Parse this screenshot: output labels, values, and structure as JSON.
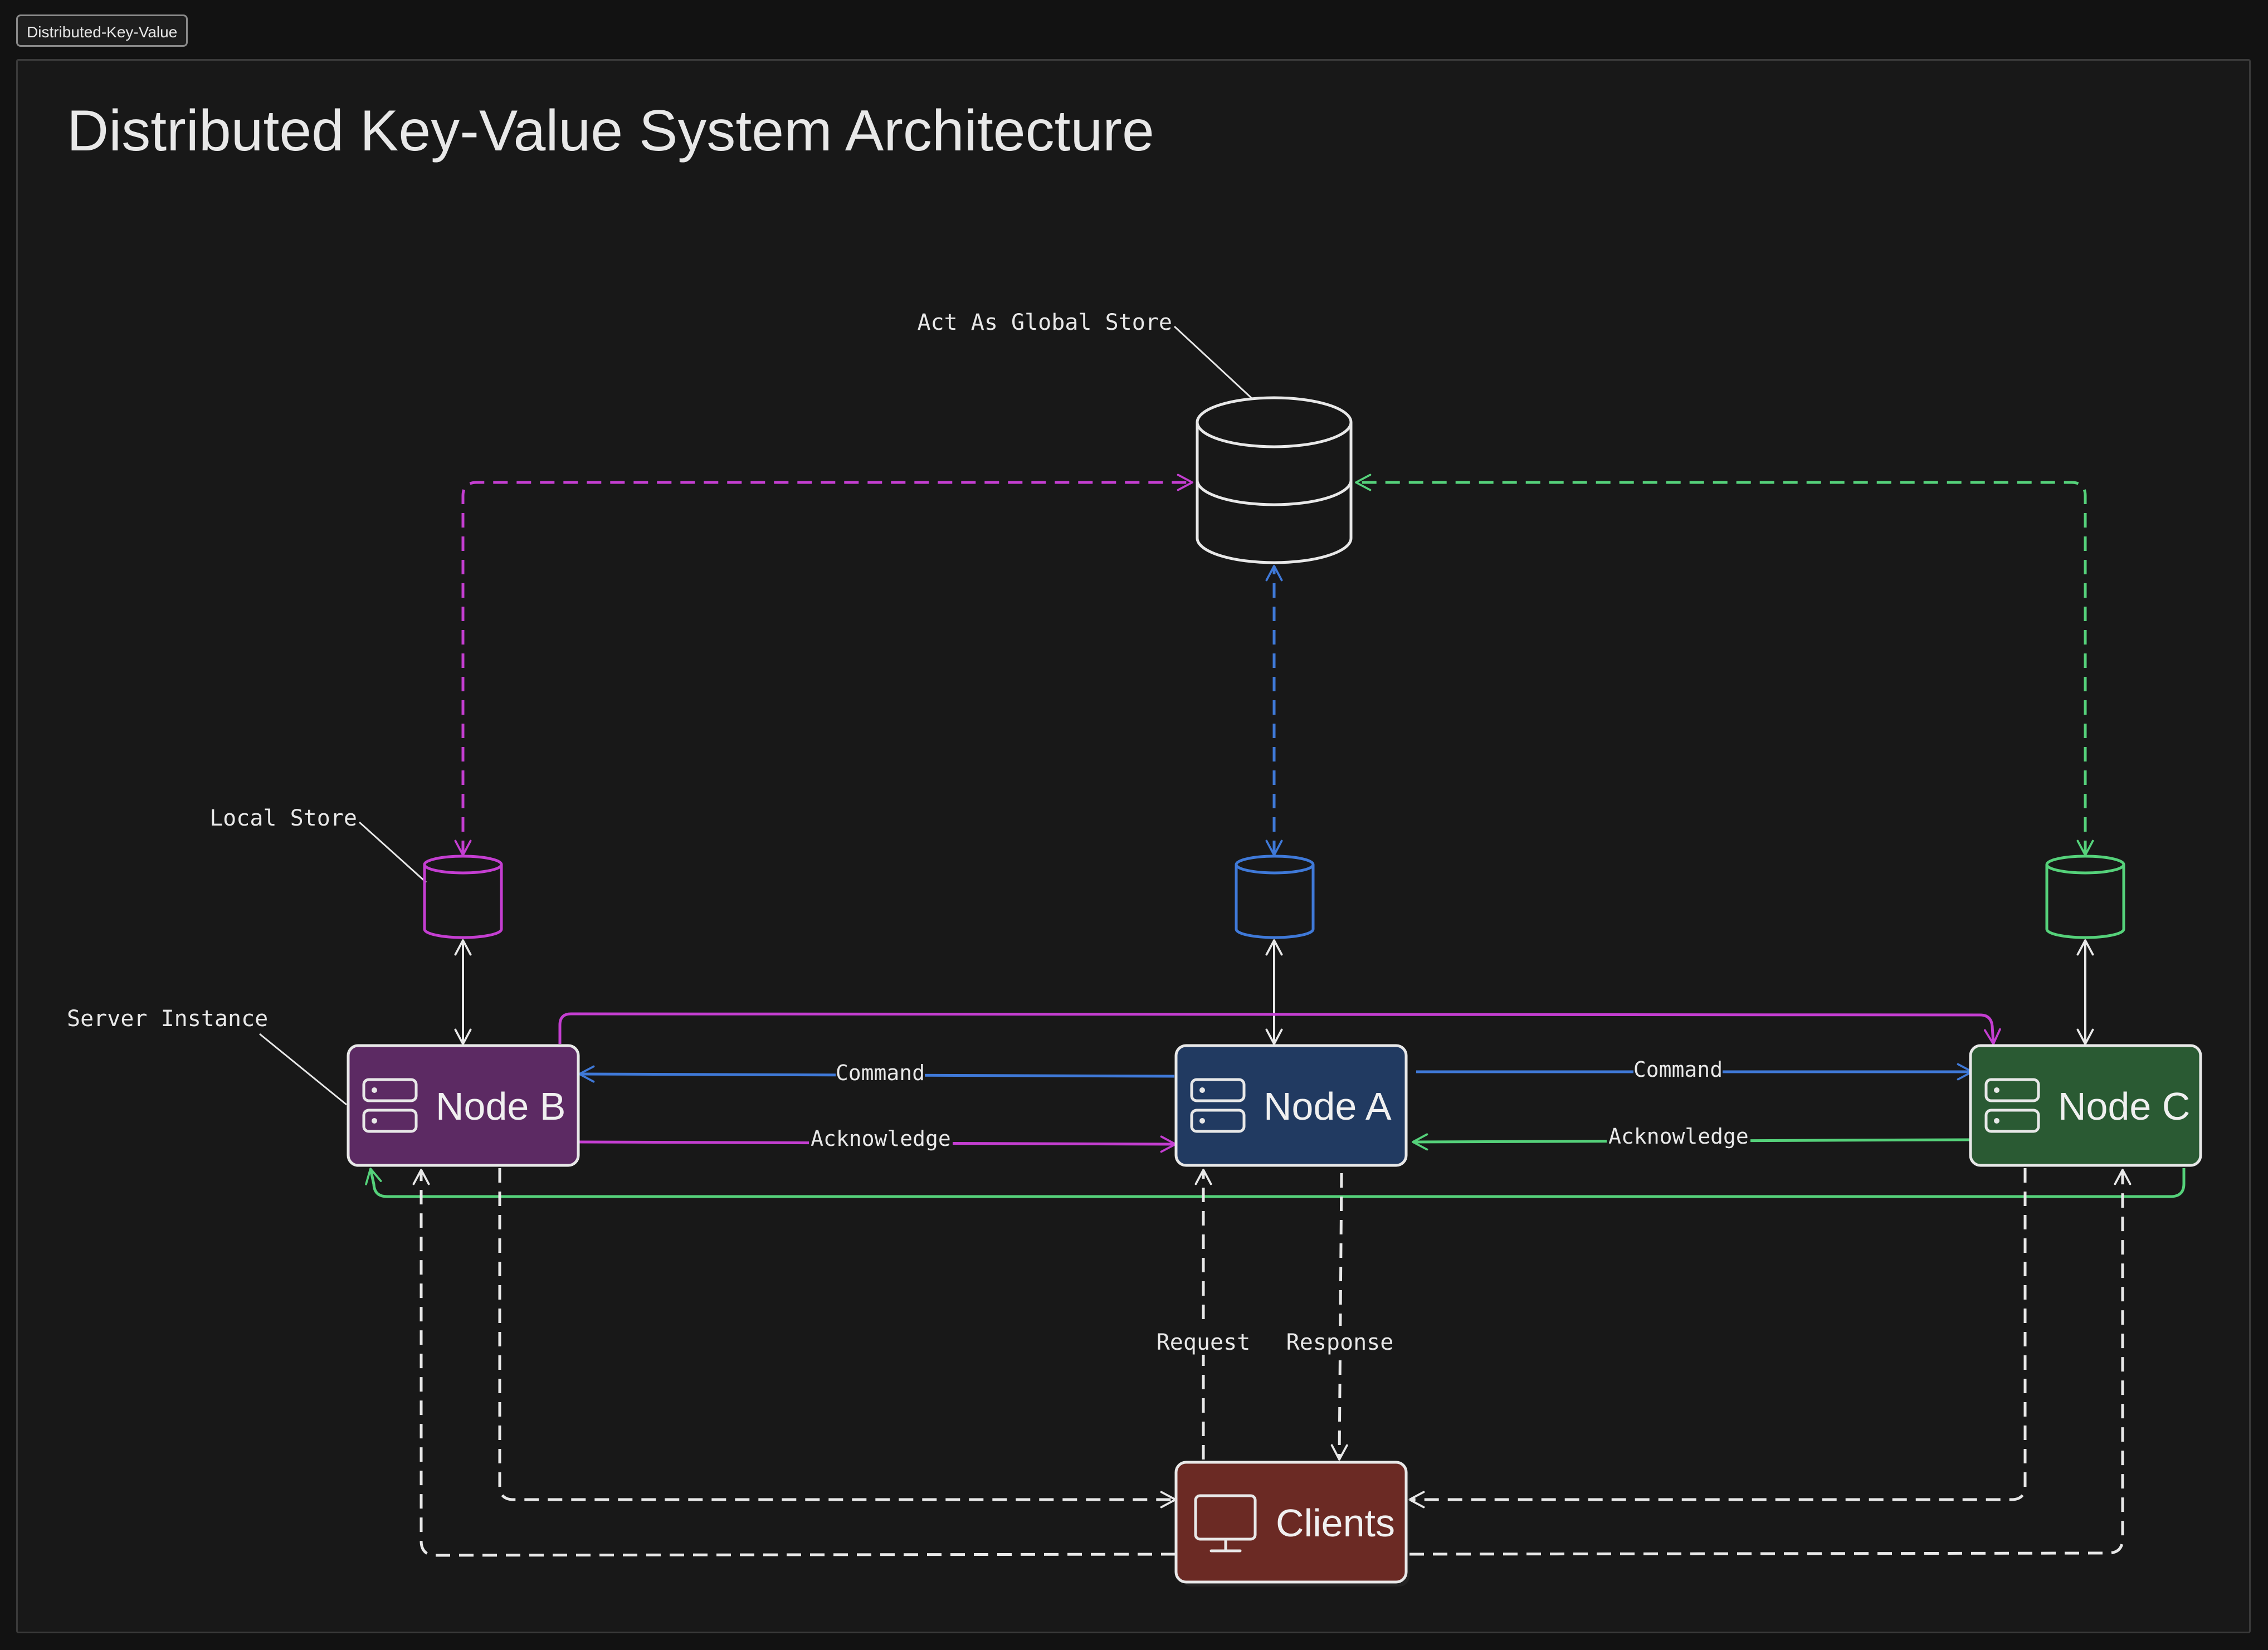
{
  "tab": {
    "label": "Distributed-Key-Value"
  },
  "diagram": {
    "title": "Distributed Key-Value System Architecture",
    "annotations": {
      "global_store": "Act As Global Store",
      "local_store": "Local Store",
      "server_instance": "Server Instance"
    },
    "nodes": {
      "node_b": {
        "label": "Node B",
        "color": "#5c2a63"
      },
      "node_a": {
        "label": "Node A",
        "color": "#213a61"
      },
      "node_c": {
        "label": "Node C",
        "color": "#2a5a33"
      },
      "clients": {
        "label": "Clients",
        "color": "#6b2a24"
      }
    },
    "edge_labels": {
      "command_b": "Command",
      "acknowledge_b": "Acknowledge",
      "command_c": "Command",
      "acknowledge_c": "Acknowledge",
      "request": "Request",
      "response": "Response"
    },
    "colors": {
      "purple": "#c43ed1",
      "blue": "#3f79d8",
      "green": "#55d17a",
      "white": "#e8e8e8",
      "background": "#181818"
    }
  }
}
